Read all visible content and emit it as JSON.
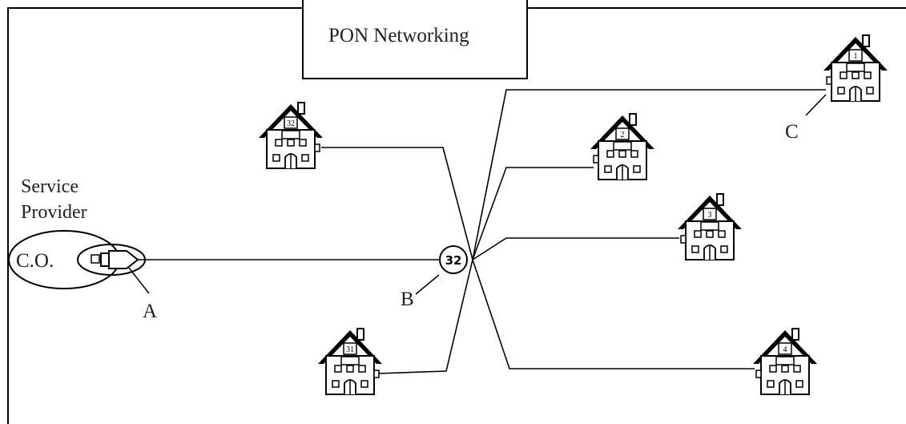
{
  "title": "PON Networking",
  "provider": {
    "line1": "Service",
    "line2": "Provider",
    "co": "C.O."
  },
  "splitter": {
    "ratio": "32"
  },
  "markers": {
    "a": "A",
    "b": "B",
    "c": "C"
  },
  "houses": [
    {
      "id": "h1",
      "number": "1"
    },
    {
      "id": "h2",
      "number": "2"
    },
    {
      "id": "h3",
      "number": "3"
    },
    {
      "id": "h4",
      "number": "4"
    },
    {
      "id": "h31",
      "number": "31"
    },
    {
      "id": "h32",
      "number": "32"
    }
  ]
}
